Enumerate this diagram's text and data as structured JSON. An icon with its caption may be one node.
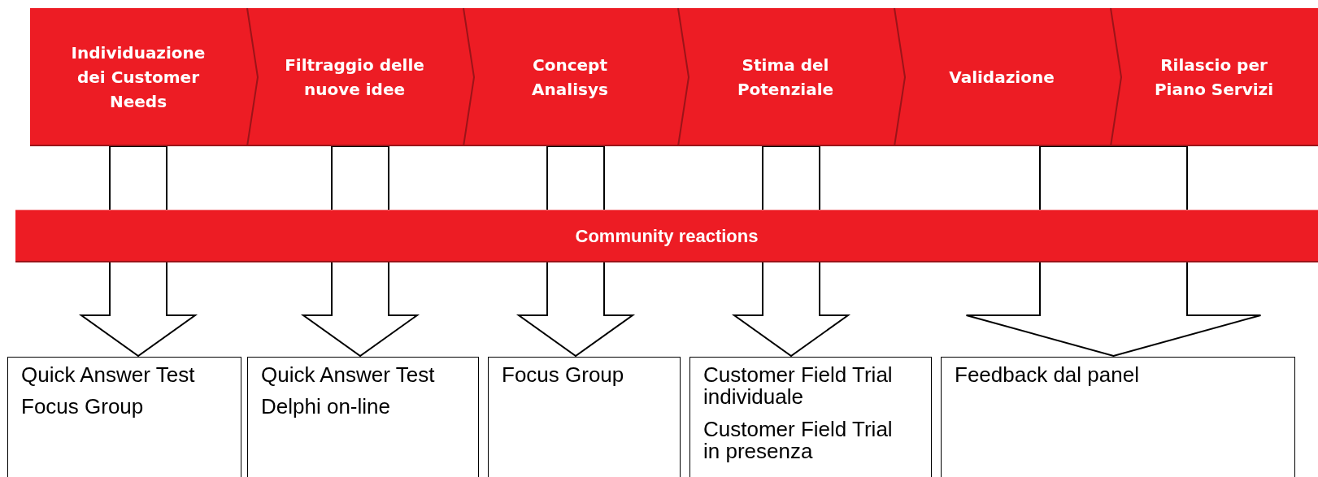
{
  "diagram": {
    "nodes": [
      {
        "text": [
          "Individuazione dei Customer Needs"
        ]
      },
      {
        "text": [
          "Filtraggio delle nuove idee"
        ]
      },
      {
        "text": [
          "Concept Analisys"
        ]
      },
      {
        "text": [
          "Stima del Potenziale"
        ]
      },
      {
        "text": [
          "Validazione"
        ]
      },
      {
        "text": [
          "Rilascio per Piano Servizi"
        ]
      },
      {
        "text": [
          "Community reactions"
        ]
      },
      {
        "text": [
          "Quick Answer Test",
          "Focus Group"
        ]
      },
      {
        "text": [
          "Quick Answer Test",
          "Delphi on-line"
        ]
      },
      {
        "text": [
          "Focus Group"
        ]
      },
      {
        "text": [
          "Customer Field Trial individuale",
          "Customer Field Trial in presenza"
        ]
      },
      {
        "text": [
          "Feedback dal panel"
        ]
      }
    ],
    "edges": [
      {
        "from": 0,
        "to": 7,
        "arrow": "to"
      },
      {
        "from": 1,
        "to": 8,
        "arrow": "to"
      },
      {
        "from": 2,
        "to": 9,
        "arrow": "to"
      },
      {
        "from": 3,
        "to": 10,
        "arrow": "to"
      },
      {
        "from": 4,
        "to": 11,
        "arrow": "to"
      },
      {
        "from": 5,
        "to": 11,
        "arrow": "to"
      }
    ]
  }
}
